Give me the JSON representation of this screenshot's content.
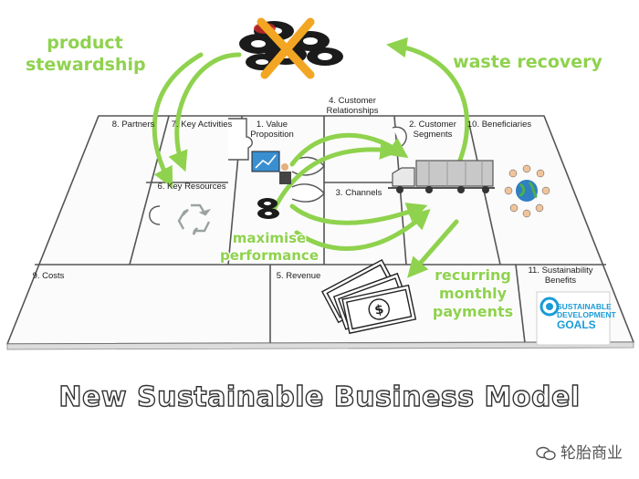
{
  "title": "New Sustainable Business Model",
  "watermark": "轮胎商业",
  "canvas_blocks": {
    "partners": "8. Partners",
    "key_activities": "7. Key Activities",
    "key_resources": "6. Key Resources",
    "value_proposition": "1. Value Proposition",
    "customer_relationships": "4. Customer Relationships",
    "channels": "3. Channels",
    "customer_segments": "2. Customer Segments",
    "beneficiaries": "10. Beneficiaries",
    "costs": "9. Costs",
    "revenue": "5. Revenue",
    "sustainability_benefits": "11. Sustainability Benefits"
  },
  "annotations": {
    "product_stewardship": "product stewardship",
    "waste_recovery": "waste recovery",
    "maximise_performance": "maximise performance",
    "recurring_payments": "recurring monthly payments"
  },
  "sdg_logo": {
    "line1": "SUSTAINABLE",
    "line2": "DEVELOPMENT",
    "line3": "GOALS",
    "color": "#1a9bd7"
  },
  "colors": {
    "accent_green": "#8fd24e",
    "frame": "#555555",
    "tire": "#1b1b1b",
    "cross": "#f2a623"
  }
}
